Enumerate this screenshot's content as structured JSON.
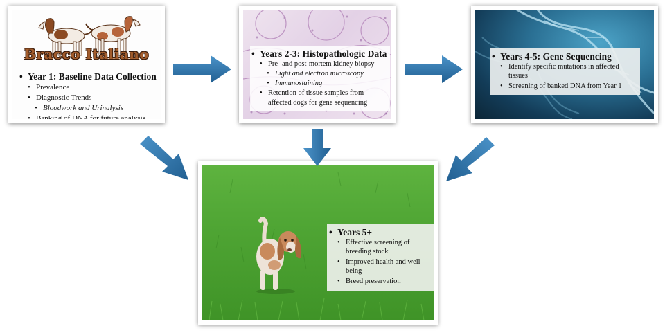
{
  "colors": {
    "arrow": "#2f7ab2",
    "logo_text": "#a25c2c",
    "grass": "#4fa534",
    "dna_background": "#2a6f93",
    "histology_background": "#e3d1e6"
  },
  "card1": {
    "logo": "Bracco Italiano",
    "heading": "Year 1: Baseline Data Collection",
    "items": [
      "Prevalence",
      "Diagnostic Trends"
    ],
    "sub_item": "Bloodwork and Urinalysis",
    "last_item": "Banking of DNA for future analysis"
  },
  "card2": {
    "heading": "Years 2-3: Histopathologic Data",
    "item1": "Pre- and post-mortem kidney biopsy",
    "sub_items": [
      "Light and electron microscopy",
      "Immunostaining"
    ],
    "item2": "Retention of tissue samples from affected dogs for gene sequencing"
  },
  "card3": {
    "heading": "Years 4-5: Gene Sequencing",
    "items": [
      "Identify specific mutations in affected tissues",
      "Screening of banked DNA from Year 1"
    ]
  },
  "card4": {
    "heading": "Years 5+",
    "items": [
      "Effective screening of breeding stock",
      "Improved health and well-being",
      "Breed preservation"
    ]
  },
  "icons": [
    "arrow-right-icon",
    "arrow-down-icon",
    "arrow-diagonal-icon",
    "dog-illustration-icon",
    "dna-helix-icon"
  ]
}
